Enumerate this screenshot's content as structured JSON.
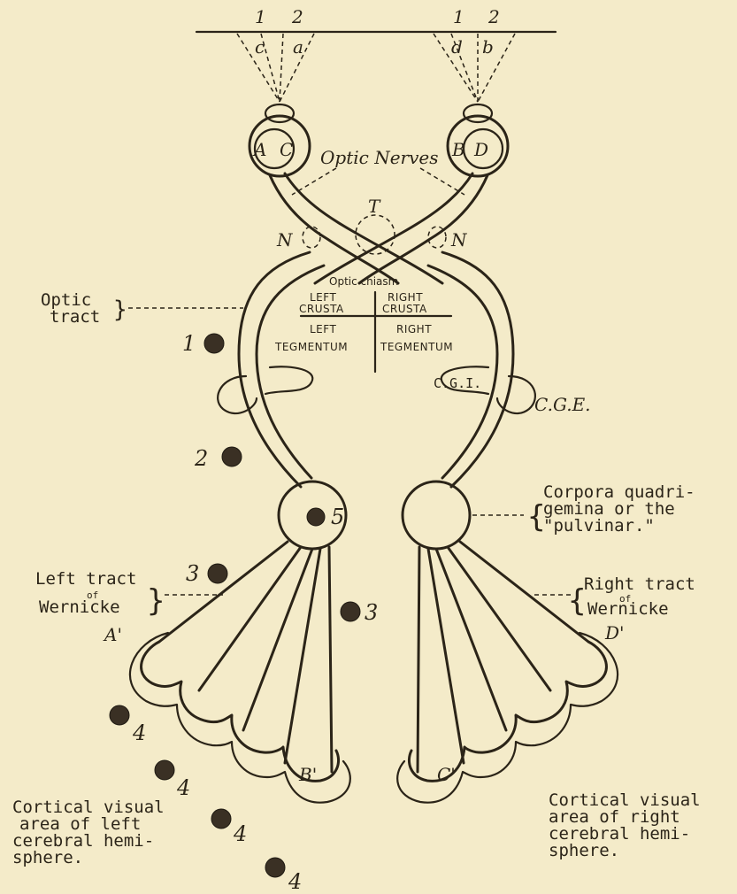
{
  "retina_numbers": {
    "left_1": "1",
    "left_2": "2",
    "right_1": "1",
    "right_2": "2"
  },
  "field_letters": {
    "c": "c",
    "a": "a",
    "d": "d",
    "b": "b"
  },
  "eye_left": {
    "a": "A",
    "c": "C"
  },
  "eye_right": {
    "b": "B",
    "d": "D"
  },
  "optic_nerves": "Optic Nerves",
  "t_label": "T",
  "n_left": "N",
  "n_right": "N",
  "chiasm": "Optic chiasm",
  "left_crusta": [
    "LEFT",
    "CRUSTA"
  ],
  "right_crusta": [
    "RIGHT",
    "CRUSTA"
  ],
  "left_tegmentum": [
    "LEFT",
    "TEGMENTUM"
  ],
  "right_tegmentum": [
    "RIGHT",
    "TEGMENTUM"
  ],
  "optic_tract": [
    "Optic",
    "tract"
  ],
  "cgi": "C.G.I.",
  "cge": "C.G.E.",
  "lesion_numbers": {
    "n1": "1",
    "n2": "2",
    "n3a": "3",
    "n3b": "3",
    "n5": "5",
    "n4a": "4",
    "n4b": "4",
    "n4c": "4",
    "n4d": "4"
  },
  "corpora": [
    "Corpora quadri-",
    "gemina or the",
    "\"pulvinar.\""
  ],
  "left_wernicke": [
    "Left tract",
    "of",
    "Wernicke"
  ],
  "right_wernicke": [
    "Right tract",
    "of",
    "Wernicke"
  ],
  "a_prime": "A'",
  "b_prime": "B'",
  "c_prime": "C'",
  "d_prime": "D'",
  "left_cortex": [
    "Cortical visual",
    "area of left",
    "cerebral hemi-",
    "sphere."
  ],
  "right_cortex": [
    "Cortical visual",
    "area of right",
    "cerebral hemi-",
    "sphere."
  ]
}
